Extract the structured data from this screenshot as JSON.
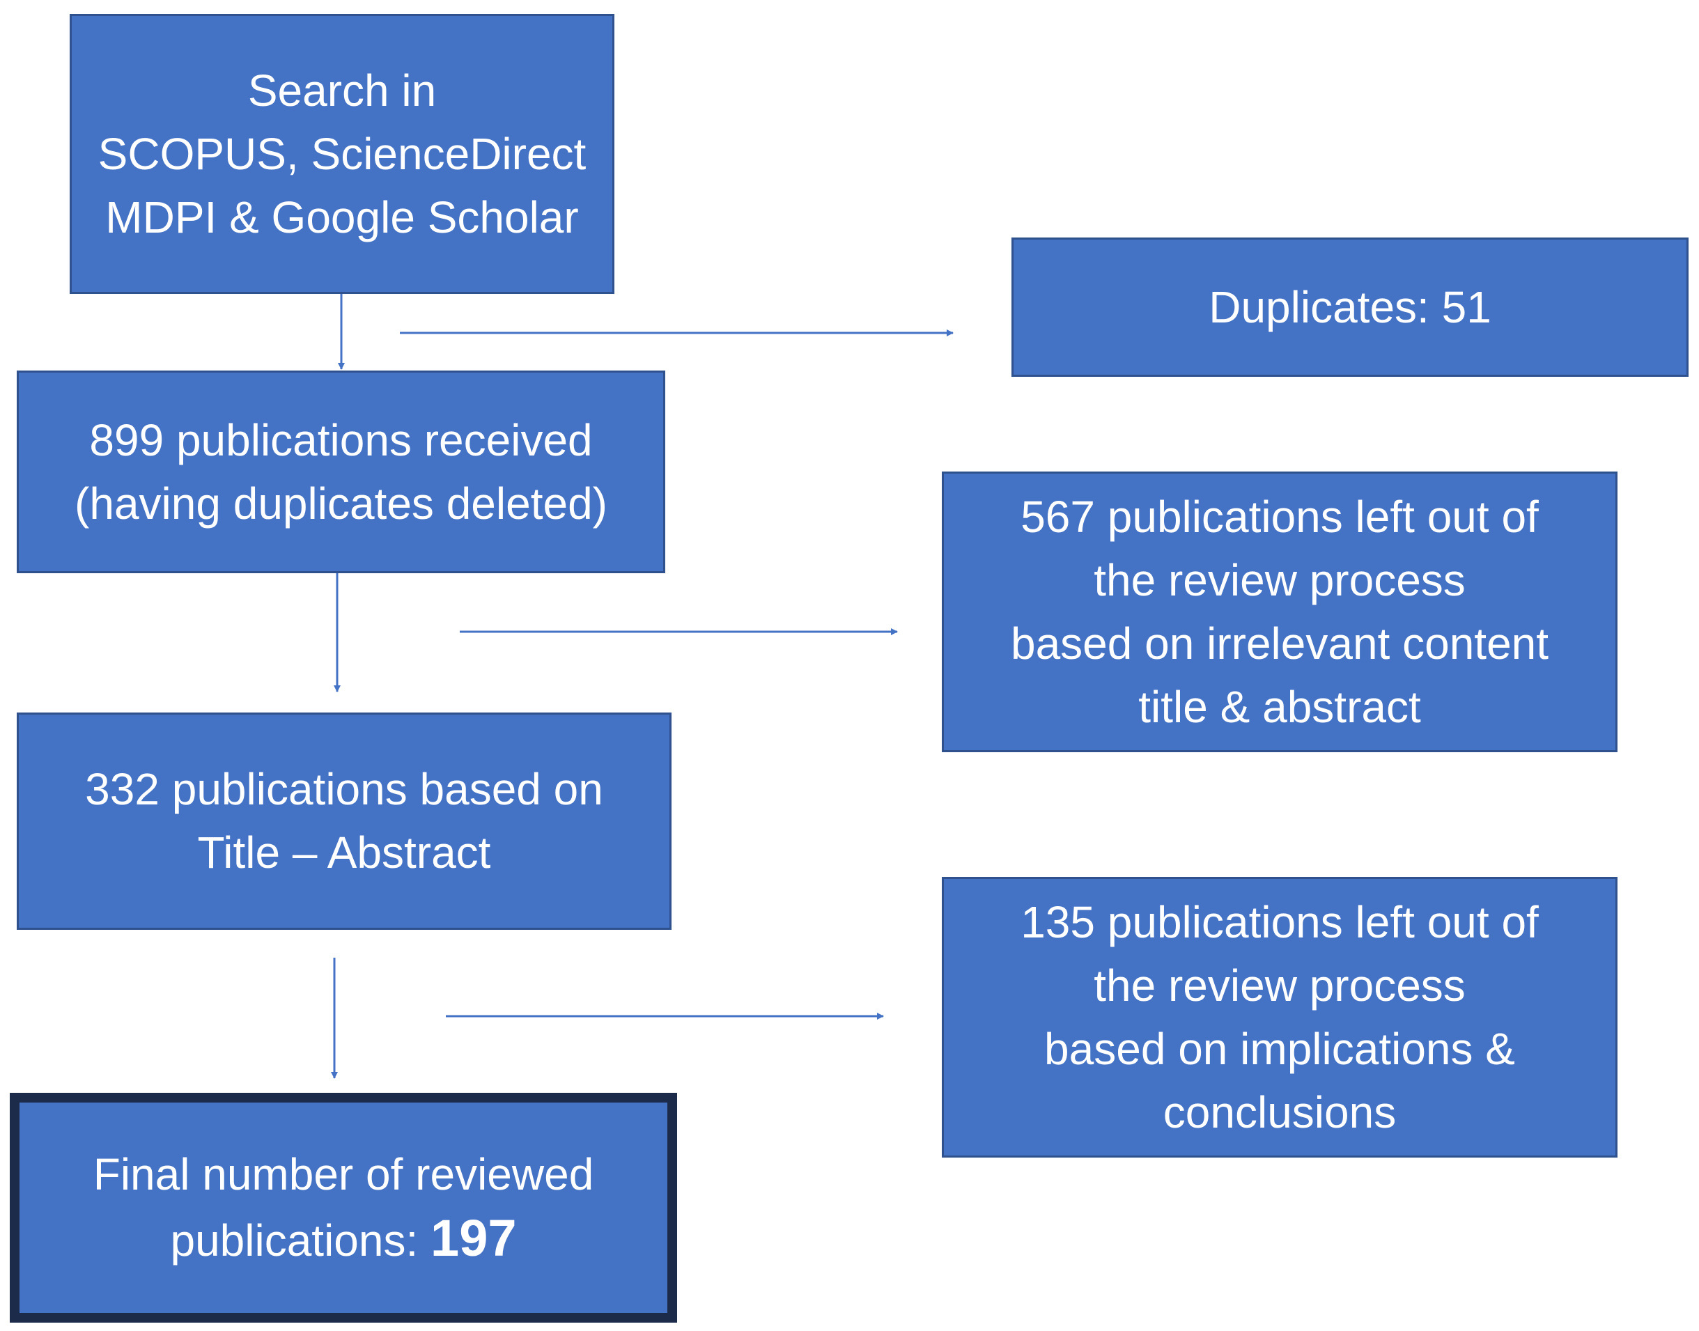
{
  "colors": {
    "box_fill": "#4472c4",
    "box_border": "#2f528f",
    "final_border": "#1c2b4a",
    "arrow": "#4472c4",
    "text": "#ffffff"
  },
  "boxes": {
    "search": {
      "lines": [
        "Search in",
        "SCOPUS, ScienceDirect",
        "MDPI & Google Scholar"
      ]
    },
    "duplicates": {
      "lines": [
        "Duplicates: 51"
      ]
    },
    "received": {
      "lines": [
        "899 publications received",
        "(having duplicates deleted)"
      ]
    },
    "excluded_title": {
      "lines": [
        "567 publications left out of",
        "the review process",
        "based on irrelevant content",
        "title & abstract"
      ]
    },
    "title_abstract": {
      "lines": [
        "332 publications based on",
        "Title – Abstract"
      ]
    },
    "excluded_implications": {
      "lines": [
        "135 publications left out of",
        "the review process",
        "based on implications &",
        "conclusions"
      ]
    },
    "final": {
      "line1": "Final number of reviewed",
      "line2_prefix": "publications: ",
      "line2_value": "197"
    }
  }
}
